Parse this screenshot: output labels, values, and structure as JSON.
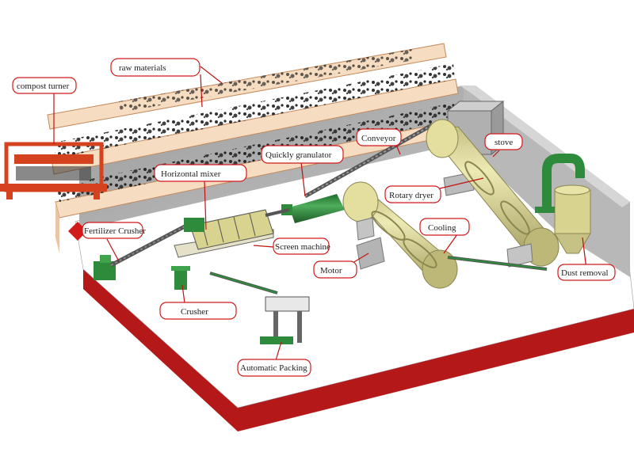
{
  "labels": {
    "raw_materials": "raw materials",
    "compost_turner": "compost turner",
    "horizontal_mixer": "Horizontal mixer",
    "quickly_granulator": "Quickly granulator",
    "conveyor": "Conveyor",
    "stove": "stove",
    "rotary_dryer": "Rotary dryer",
    "cooling": "Cooling",
    "fertilizer_crusher": "Fertilizer Crusher",
    "screen_machine": "Screen machine",
    "motor": "Motor",
    "dust_removal": "Dust removal",
    "crusher": "Crusher",
    "automatic_packing": "Automatic Packing"
  },
  "colors": {
    "floor_red": "#b51818",
    "floor_top": "#ffffff",
    "wall_gray": "#a6a6a6",
    "wall_light": "#c8c8c8",
    "bay_cream": "#f6dcc0",
    "bay_edge": "#c28a5e",
    "machine_yellow": "#d8d38e",
    "machine_green": "#2f8b3c",
    "turner_red": "#d4421f",
    "label_border": "#d11a1a",
    "pointer": "#c01010",
    "text": "#222222"
  }
}
